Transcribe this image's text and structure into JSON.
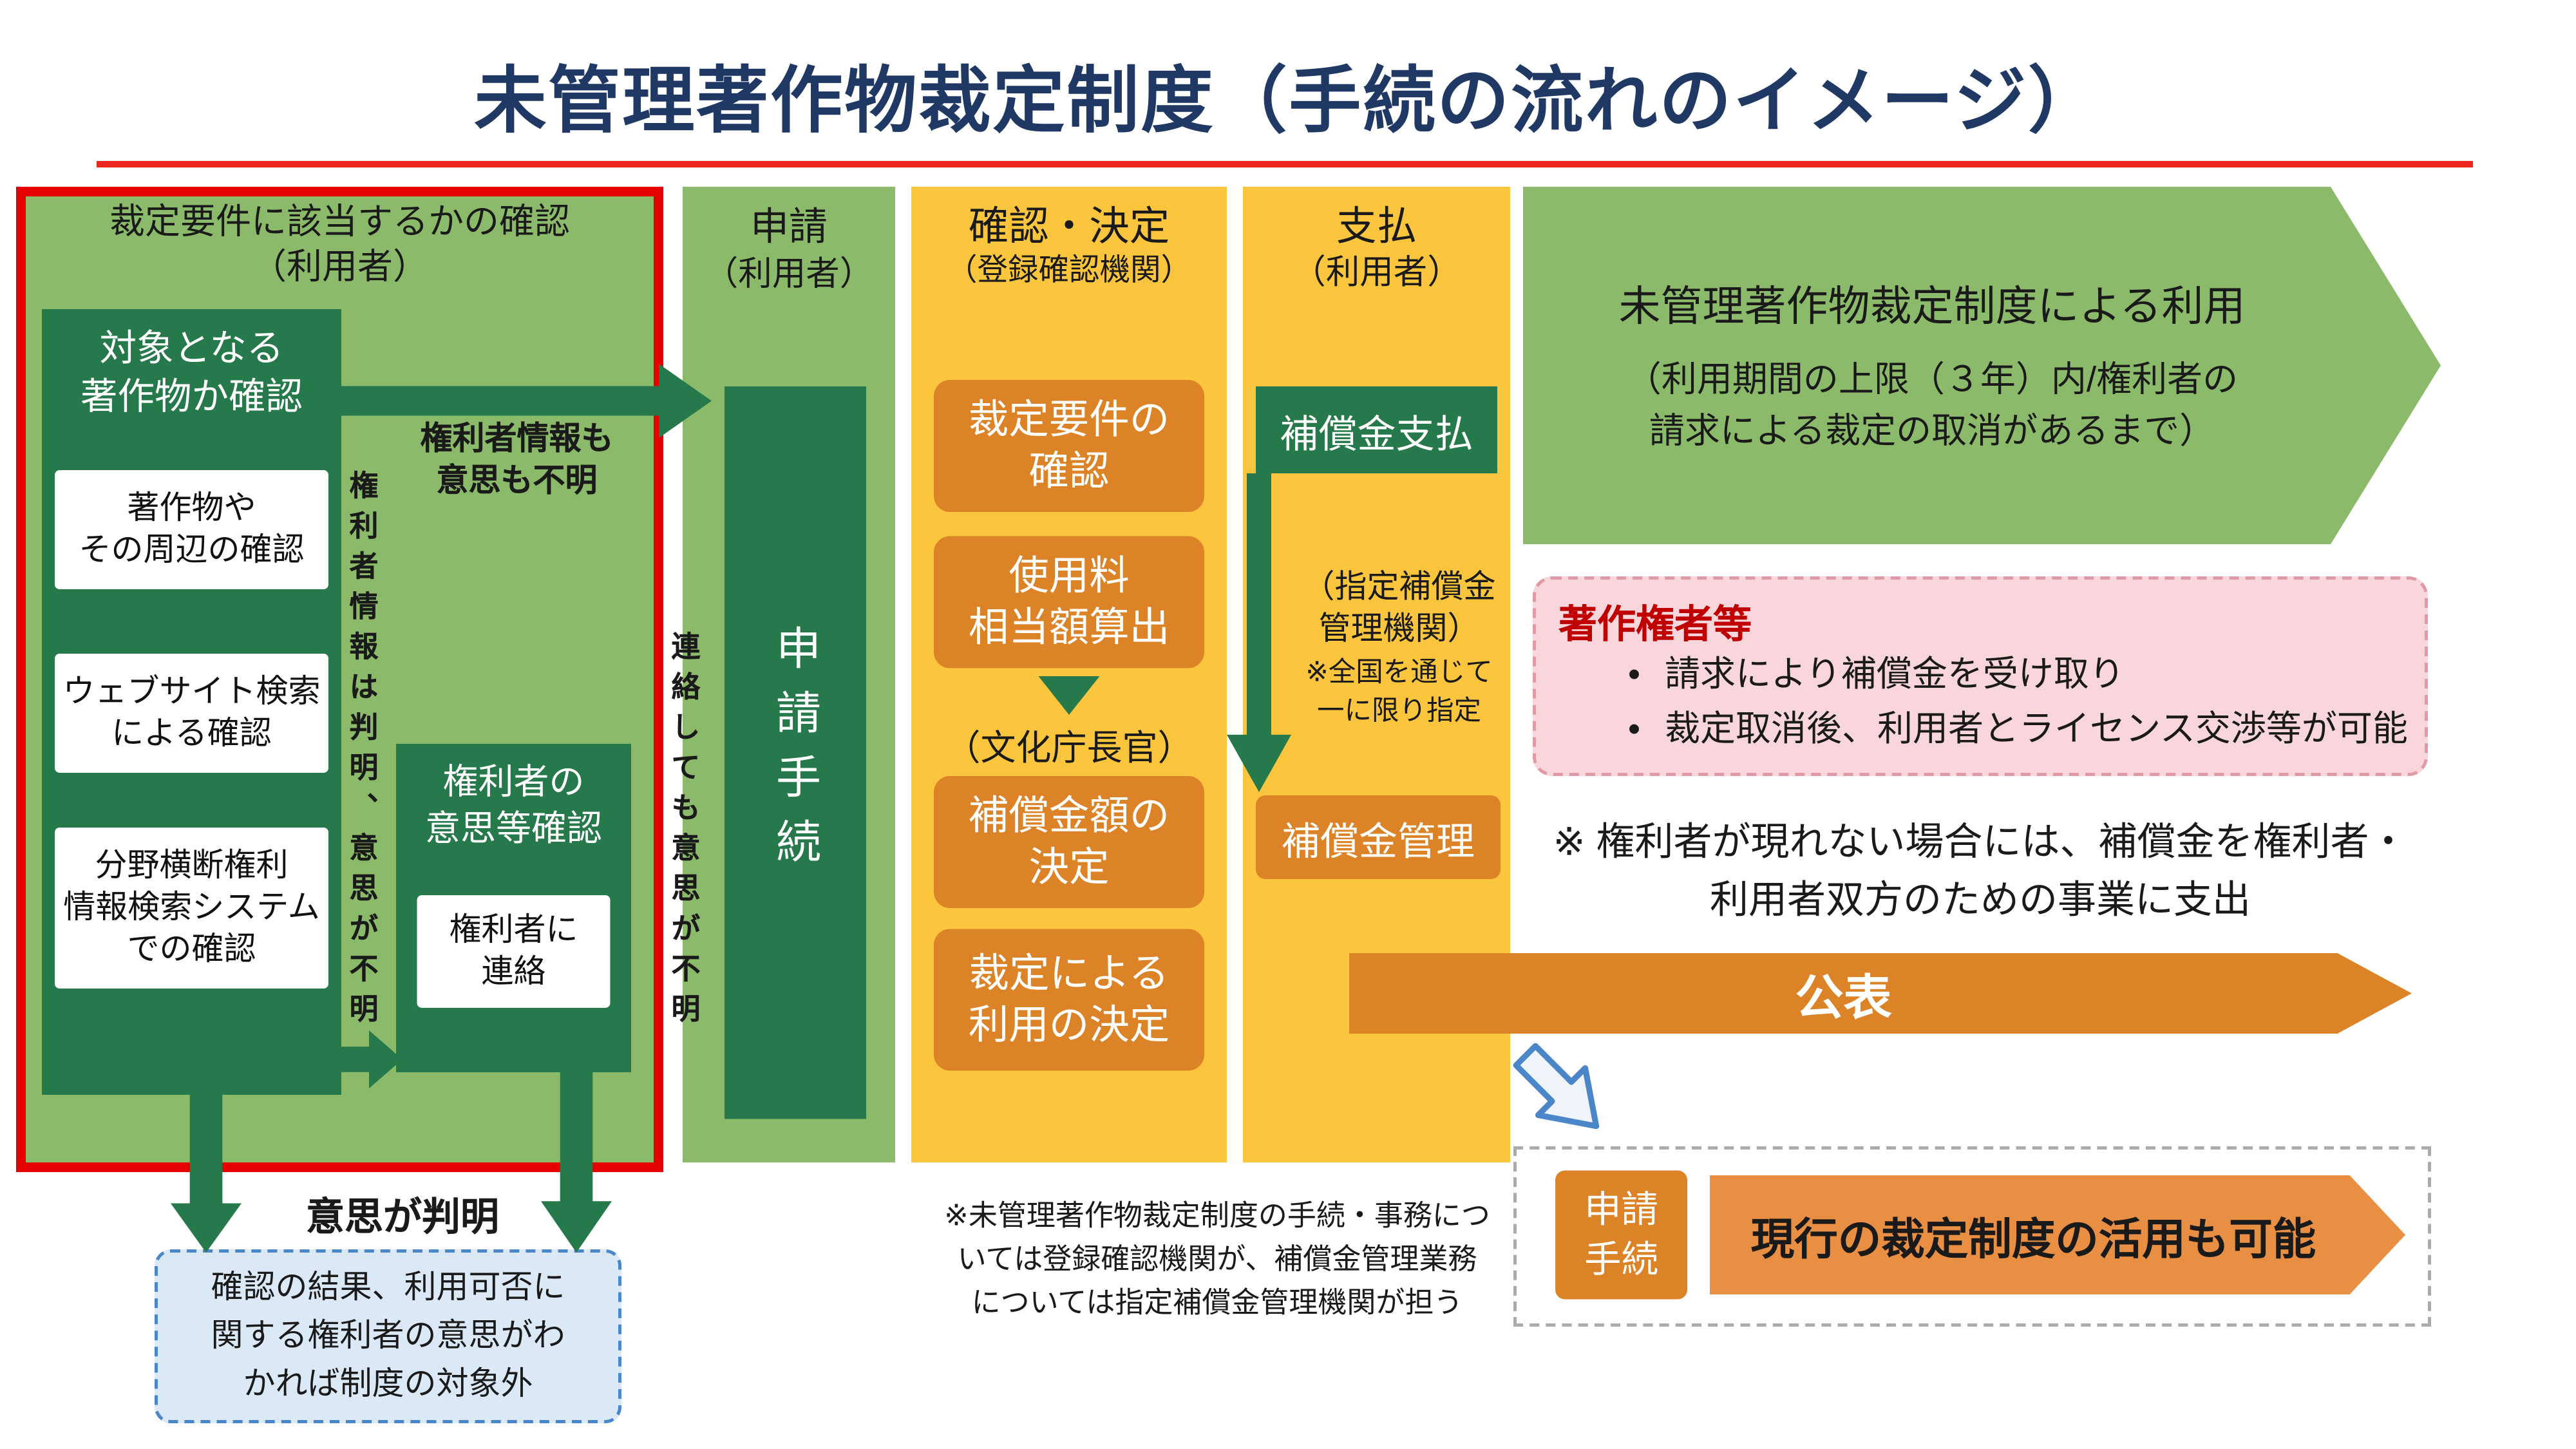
{
  "title": "未管理著作物裁定制度（手続の流れのイメージ）",
  "bullet": "•",
  "requirement_panel": {
    "header": "裁定要件に該当するかの確認",
    "header_sub": "（利用者）",
    "target_check": {
      "title": "対象となる\n著作物か確認",
      "steps": [
        {
          "label": "著作物や\nその周辺の確認"
        },
        {
          "label": "ウェブサイト検索\nによる確認"
        },
        {
          "label": "分野横断権利\n情報検索システム\nでの確認"
        }
      ]
    },
    "info_known_note": "権利者情報は判明、意思が不明",
    "info_unknown_note": "権利者情報も\n意思も不明",
    "rights_holder_check": {
      "title": "権利者の\n意思等確認",
      "step": "権利者に\n連絡"
    },
    "intent_known_label": "意思が判明",
    "excluded_note": "確認の結果、利用可否に\n関する権利者の意思がわ\nかれば制度の対象外"
  },
  "application_column": {
    "header": "申請",
    "header_sub": "（利用者）",
    "no_response_note": "連絡しても意思が不明",
    "procedure": "申請手続"
  },
  "confirmation_column": {
    "header": "確認・決定",
    "header_sub": "（登録確認機関）",
    "requirement_box": "裁定要件の\n確認",
    "fee_box": "使用料\n相当額算出",
    "agency_label": "（文化庁長官）",
    "compensation_box": "補償金額の\n決定",
    "decision_box": "裁定による\n利用の決定",
    "footnote": "※未管理著作物裁定制度の手続・事務につ\nいては登録確認機関が、補償金管理業務\nについては指定補償金管理機関が担う"
  },
  "payment_column": {
    "header": "支払",
    "header_sub": "（利用者）",
    "pay_box": "補償金支払",
    "org_label": "（指定補償金\n管理機関）",
    "org_note": "※全国を通じて\n一に限り指定",
    "manage_box": "補償金管理"
  },
  "usage_arrow": {
    "title": "未管理著作物裁定制度による利用",
    "note": "（利用期間の上限（３年）内/権利者の\n請求による裁定の取消があるまで）"
  },
  "rights_holder_box": {
    "title": "著作権者等",
    "bullets": [
      "請求により補償金を受け取り",
      "裁定取消後、利用者とライセンス交渉等が可能"
    ]
  },
  "unclaimed_note": "※ 権利者が現れない場合には、補償金を権利者・\n利用者双方のための事業に支出",
  "publication_label": "公表",
  "existing_system": {
    "procedure_box": "申請\n手続",
    "arrow_label": "現行の裁定制度の活用も可能"
  },
  "colors": {
    "light_green": "#8CBA6B",
    "dark_green": "#26794A",
    "yellow": "#FBC63E",
    "orange": "#DD8327",
    "light_orange": "#E98F44",
    "frame_red": "#E60000",
    "title_navy": "#1F3864"
  }
}
